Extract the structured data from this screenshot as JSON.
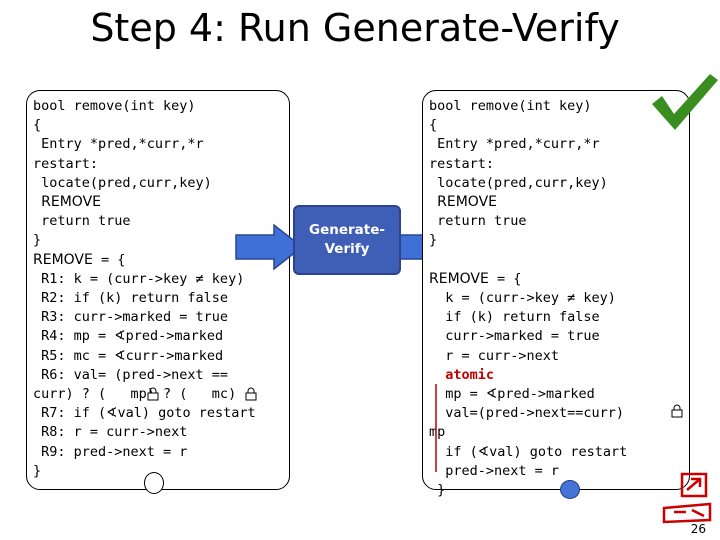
{
  "slide": {
    "title": "Step 4: Run Generate-Verify",
    "page_number": "26"
  },
  "left": {
    "line1": "bool remove(int key)",
    "line2": "{",
    "line3": " Entry *pred,*curr,*r",
    "line4": "restart:",
    "line5": " locate(pred,curr,key)",
    "remove_kw_1": "REMOVE",
    "line7": " return true",
    "line8": "}",
    "remove_kw_2": "REMOVE",
    "line9_suffix": " = {",
    "r1": " R1: k = (curr->key ≠ key)",
    "r2": " R2: if (k) return false",
    "r3": " R3: curr->marked = true",
    "r4": " R4: mp = ∢pred->marked",
    "r5": " R5: mc = ∢curr->marked",
    "r6a": " R6: val= (pred->next ==",
    "r6b": "curr) ? (   mp) ? (   mc)",
    "r7": " R7: if (∢val) goto restart",
    "r8": " R8: r = curr->next",
    "r9": " R9: pred->next = r",
    "line_end": "}"
  },
  "right": {
    "line1": "bool remove(int key)",
    "line2": "{",
    "line3": " Entry *pred,*curr,*r",
    "line4": "restart:",
    "line5": " locate(pred,curr,key)",
    "remove_kw_1": "REMOVE",
    "line7": " return true",
    "line8": "}",
    "remove_kw_2": "REMOVE",
    "line9_suffix": " = {",
    "b1": "  k = (curr->key ≠ key)",
    "b2": "  if (k) return false",
    "b3": "  curr->marked = true",
    "b4": "  r = curr->next",
    "atomic_kw": "atomic",
    "b6": "  mp = ∢pred->marked",
    "b7": "  val=(pred->next==curr)",
    "b8": "mp",
    "b9": "  if (∢val) goto restart",
    "b10": "  pred->next = r",
    "line_end": " }"
  },
  "center": {
    "gv_label_1": "Generate-",
    "gv_label_2": "Verify"
  },
  "icons": {
    "check": "checkmark-icon",
    "lock": "lock-icon",
    "left_arrow": "right-arrow-icon",
    "right_arrow": "right-arrow-icon",
    "red_icon": "red-figure-icon"
  },
  "colors": {
    "arrow_fill": "#3f70d8",
    "gv_fill": "#3f5fb7",
    "check_green": "#3a8e1f",
    "atomic_red": "#c00000"
  }
}
